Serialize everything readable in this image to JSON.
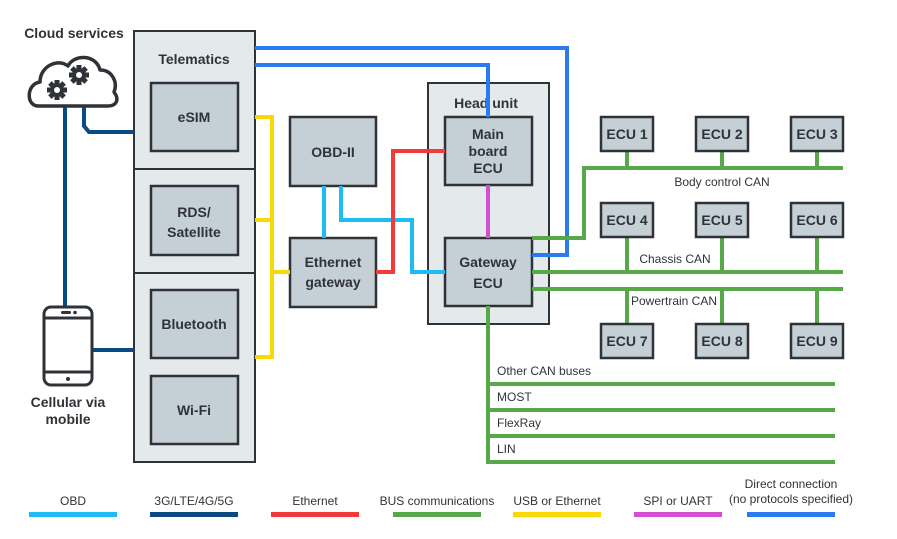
{
  "colors": {
    "obd": "#1ebcf4",
    "cellular": "#0b4a82",
    "ethernet": "#f13a3a",
    "bus": "#57a846",
    "usb": "#fbd800",
    "spi": "#d24fd2",
    "direct": "#2a7bf0"
  },
  "labels": {
    "cloud": "Cloud services",
    "mobile_line1": "Cellular via",
    "mobile_line2": "mobile",
    "telematics": "Telematics",
    "esim": "eSIM",
    "rds_line1": "RDS/",
    "rds_line2": "Satellite",
    "bluetooth": "Bluetooth",
    "wifi": "Wi-Fi",
    "obd2": "OBD-II",
    "eth_gw_line1": "Ethernet",
    "eth_gw_line2": "gateway",
    "head_unit": "Head unit",
    "mainboard_line1": "Main",
    "mainboard_line2": "board",
    "mainboard_line3": "ECU",
    "gateway_line1": "Gateway",
    "gateway_line2": "ECU"
  },
  "ecus": [
    "ECU 1",
    "ECU 2",
    "ECU 3",
    "ECU 4",
    "ECU 5",
    "ECU 6",
    "ECU 7",
    "ECU 8",
    "ECU 9"
  ],
  "buses": {
    "body": "Body control CAN",
    "chassis": "Chassis CAN",
    "powertrain": "Powertrain CAN",
    "other": "Other CAN buses",
    "most": "MOST",
    "flexray": "FlexRay",
    "lin": "LIN"
  },
  "legend": [
    {
      "label": "OBD",
      "color": "#1ebcf4"
    },
    {
      "label": "3G/LTE/4G/5G",
      "color": "#0b4a82"
    },
    {
      "label": "Ethernet",
      "color": "#f13a3a"
    },
    {
      "label": "BUS communications",
      "color": "#57a846"
    },
    {
      "label": "USB or Ethernet",
      "color": "#fbd800"
    },
    {
      "label": "SPI or UART",
      "color": "#d24fd2"
    },
    {
      "label": "Direct connection",
      "label2": "(no protocols specified)",
      "color": "#2a7bf0"
    }
  ]
}
